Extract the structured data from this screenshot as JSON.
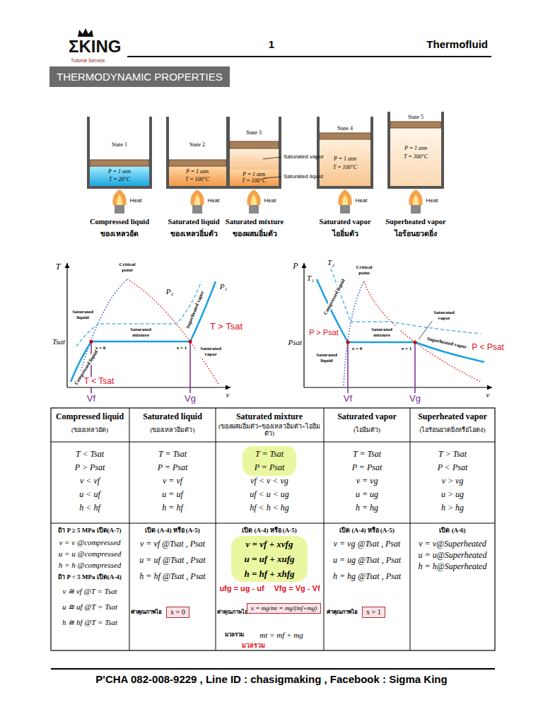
{
  "diagram": {
    "title": "THERMODYNAMIC PROPERTIES",
    "nodes": [
      {
        "text": [
          "State 1",
          "P = 1 atm",
          "T = 20°C",
          "Heat"
        ]
      },
      {
        "text": [
          "State 2",
          "P = 1 atm",
          "T = 100°C",
          "Heat"
        ]
      },
      {
        "text": [
          "State 3",
          "P = 1 atm",
          "T = 100°C",
          "Heat"
        ]
      },
      {
        "text": [
          "State 4",
          "P = 1 atm",
          "T = 100°C",
          "Heat"
        ]
      },
      {
        "text": [
          "State 5",
          "P = 1 atm",
          "T = 300°C",
          "Heat"
        ]
      },
      {
        "text": [
          "x = 0"
        ]
      },
      {
        "text": [
          "x = mg/mt = mg/(mf+mg)"
        ]
      },
      {
        "text": [
          "x = 1"
        ]
      }
    ],
    "labels": [
      "ΣKING",
      "Tutorial Service",
      "1",
      "Thermofluid",
      "Compressed liquid",
      "ของเหลวอัด",
      "Saturated liquid",
      "ของเหลวอิ่มตัว",
      "Saturated mixture",
      "ของผสมอิ่มตัว",
      "Saturated vapor",
      "ไออิ่มตัว",
      "Superheated vapor",
      "ไอร้อนยวดยิ่ง",
      "Saturated vapor",
      "Saturated liquid",
      "T",
      "Critical point",
      "P₂",
      "P₁",
      "Superheated vapor",
      "Saturated liquid",
      "Saturated mixture",
      "T > Tsat",
      "Tsat",
      "x = 0",
      "x = 1",
      "Saturated vapor",
      "Compressed liquid",
      "T < Tsat",
      "Vf",
      "Vg",
      "v",
      "P",
      "T₂",
      "T₁",
      "Critical point",
      "Compressed liquid",
      "P > Psat",
      "Saturated mixture",
      "Saturated vapor",
      "Psat",
      "Saturated liquid",
      "x = 0",
      "x = 1",
      "Superheated vapor",
      "P < Psat",
      "Vf",
      "Vg",
      "v",
      "Compressed liquid",
      "(ของเหลวอัด)",
      "Saturated liquid",
      "(ของเหลวอิ่มตัว)",
      "Saturated mixture",
      "(ของผสมอิ่มตัว=ของเหลวอิ่มตัว+ไออิ่มตัว)",
      "Saturated vapor",
      "(ไออิ่มตัว)",
      "Superheated vapor",
      "(ไอร้อนยวดยิ่งหรือไอดง)",
      "T < Tsat",
      "P > Psat",
      "v < vf",
      "u < uf",
      "h < hf",
      "T = Tsat",
      "P = Psat",
      "v = vf",
      "u = uf",
      "h = hf",
      "T = Tsat",
      "P = Psat",
      "vf < v < vg",
      "uf < u < ug",
      "hf < h < hg",
      "T = Tsat",
      "P = Psat",
      "v = vg",
      "u = ug",
      "h = hg",
      "T > Tsat",
      "P < Psat",
      "v > vg",
      "u > ug",
      "h > hg",
      "ถ้า P ≥ 5 MPa เปิด(A-7)",
      "v = v @compressed",
      "u = u @compressed",
      "h = h @compressed",
      "ถ้า P < 5 MPa เปิด(A-4)",
      "v ≅ vf @T = Tsat",
      "u ≅ uf @T = Tsat",
      "h ≅ hf @T = Tsat",
      "เปิด (A-4) หรือ (A-5)",
      "v = vf @Tsat , Psat",
      "u = uf @Tsat , Psat",
      "h = hf @Tsat , Psat",
      "ค่าคุณภาพไอ",
      "เปิด (A-4) หรือ (A-5)",
      "v = vf + xvfg",
      "u = uf + xufg",
      "h = hf + xhfg",
      "ufg = ug - uf",
      "Vfg = Vg - Vf",
      "ค่าคุณภาพไอ",
      "มวลรวม",
      "mt = mf + mg",
      "มวลรวม",
      "เปิด (A-4) หรือ (A-5)",
      "v = vg @Tsat , Psat",
      "u = ug @Tsat , Psat",
      "h = hg @Tsat , Psat",
      "ค่าคุณภาพไอ",
      "เปิด (A-6)",
      "v = v@Superheated",
      "u = u@Superheated",
      "h = h@Superheated",
      "P'CHA 082-008-9229 , Line ID : chasigmaking , Facebook : Sigma King"
    ]
  }
}
